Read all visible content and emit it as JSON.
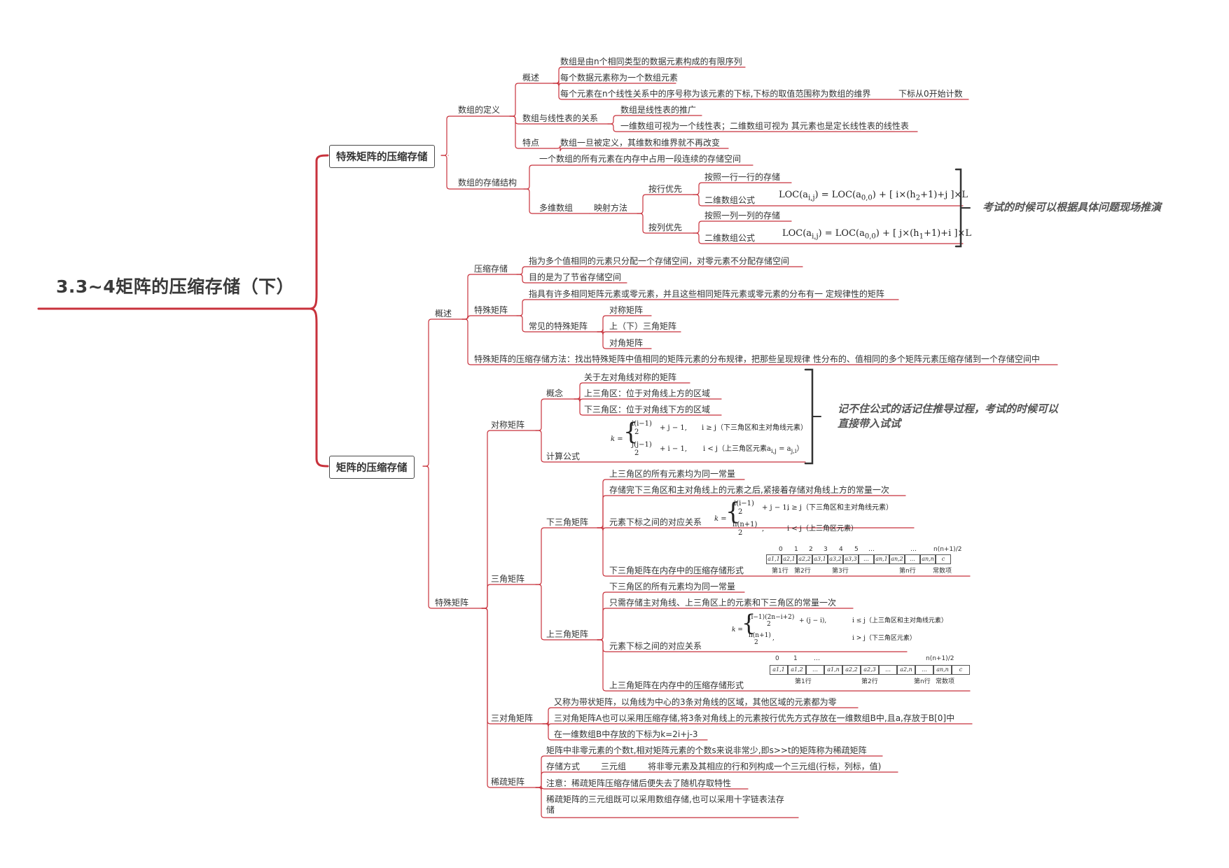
{
  "title": "3.3~4矩阵的压缩存储（下）",
  "branches": {
    "special_storage": "特殊矩阵的压缩存储",
    "matrix_storage": "矩阵的压缩存储"
  },
  "array_def": {
    "label": "数组的定义",
    "overview": "概述",
    "o1": "数组是由n个相同类型的数据元素构成的有限序列",
    "o2": "每个数据元素称为一个数组元素",
    "o3": "每个元素在n个线性关系中的序号称为该元素的下标,下标的取值范围称为数组的维界",
    "o3_sub": "下标从0开始计数",
    "relation": "数组与线性表的关系",
    "r1": "数组是线性表的推广",
    "r2": "一维数组可视为一个线性表；二维数组可视为 其元素也是定长线性表的线性表",
    "feature": "特点",
    "f1": "数组一旦被定义，其维数和维界就不再改变"
  },
  "array_store": {
    "label": "数组的存储结构",
    "s1": "一个数组的所有元素在内存中占用一段连续的存储空间",
    "multi": "多维数组",
    "mapping": "映射方法",
    "row": "按行优先",
    "row1": "按照一行一行的存储",
    "row2": "二维数组公式",
    "col": "按列优先",
    "col1": "按照一列一列的存储",
    "col2": "二维数组公式",
    "row_formula": "LOC(a",
    "col_formula": "LOC(a"
  },
  "note1": "考试的时候可以根据具体问题现场推演",
  "overview2": {
    "label": "概述",
    "compress": "压缩存储",
    "c1": "指为多个值相同的元素只分配一个存储空间，对零元素不分配存储空间",
    "c2": "目的是为了节省存储空间",
    "special": "特殊矩阵",
    "s1": "指具有许多相同矩阵元素或零元素，并且这些相同矩阵元素或零元素的分布有一 定规律性的矩阵",
    "common": "常见的特殊矩阵",
    "m1": "对称矩阵",
    "m2": "上（下）三角矩阵",
    "m3": "对角矩阵",
    "method": "特殊矩阵的压缩存储方法：找出特殊矩阵中值相同的矩阵元素的分布规律，把那些呈现规律 性分布的、值相同的多个矩阵元素压缩存储到一个存储空间中"
  },
  "special_matrix": {
    "label": "特殊矩阵",
    "symmetric": "对称矩阵",
    "concept": "概念",
    "sc1": "关于左对角线对称的矩阵",
    "sc2": "上三角区：位于对角线上方的区域",
    "sc3": "下三角区：位于对角线下方的区域",
    "calc": "计算公式",
    "triangle": "三角矩阵",
    "lower": "下三角矩阵",
    "l1": "上三角区的所有元素均为同一常量",
    "l2": "存储完下三角区和主对角线上的元素之后,紧接着存储对角线上方的常量一次",
    "l3": "元素下标之间的对应关系",
    "l4": "下三角矩阵在内存中的压缩存储形式",
    "upper": "上三角矩阵",
    "u1": "下三角区的所有元素均为同一常量",
    "u2": "只需存储主对角线、上三角区上的元素和下三角区的常量一次",
    "u3": "元素下标之间的对应关系",
    "u4": "上三角矩阵在内存中的压缩存储形式",
    "tridiag": "三对角矩阵",
    "t1": "又称为带状矩阵，以角线为中心的3条对角线的区域，其他区域的元素都为零",
    "t2": "三对角矩阵A也可以采用压缩存储,将3条对角线上的元素按行优先方式存放在一维数组B中,且a,存放于B[0]中",
    "t3": "在一维数组B中存放的下标为k=2i+j-3",
    "sparse": "稀疏矩阵",
    "p1": "矩阵中非零元素的个数t,相对矩阵元素的个数s来说非常少,即s>>t的矩阵称为稀疏矩阵",
    "p2": "存储方式",
    "p2a": "三元组",
    "p2b": "将非零元素及其相应的行和列构成一个三元组(行标，列标，值)",
    "p3": "注意：稀疏矩阵压缩存储后便失去了随机存取特性",
    "p4a": "稀疏矩阵的三元组既可以采用数组存储,也可以采用十字链表法存",
    "p4b": "储"
  },
  "note2a": "记不住公式的话记住推导过程，考试的时候可以",
  "note2b": "直接带入试试",
  "formula_labels": {
    "sym_c1": "i ≥ j（下三角区和主对角线元素）",
    "sym_c2": "i < j（上三角区元素a",
    "low_c1": "i ≥ j（下三角区和主对角线元素）",
    "low_c2": "i < j（上三角区元素）",
    "up_c1": "i ≤ j（上三角区和主对角线元素）",
    "up_c2": "i > j（下三角区元素）"
  },
  "lower_array": {
    "indices": [
      "0",
      "1",
      "2",
      "3",
      "4",
      "5",
      "…",
      "…",
      "n(n+1)/2"
    ],
    "cells": [
      "a1,1",
      "a2,1",
      "a2,2",
      "a3,1",
      "a3,2",
      "a3,3",
      "…",
      "an,1",
      "an,2",
      "…",
      "an,n",
      "c"
    ],
    "groups": [
      "第1行",
      "第2行",
      "第3行",
      "第n行",
      "常数项"
    ]
  },
  "upper_array": {
    "indices": [
      "0",
      "1",
      "…",
      "n(n+1)/2"
    ],
    "cells": [
      "a1,1",
      "a1,2",
      "…",
      "a1,n",
      "a2,2",
      "a2,3",
      "…",
      "a2,n",
      "…",
      "an,n",
      "c"
    ],
    "groups": [
      "第1行",
      "第2行",
      "第n行",
      "常数项"
    ]
  }
}
